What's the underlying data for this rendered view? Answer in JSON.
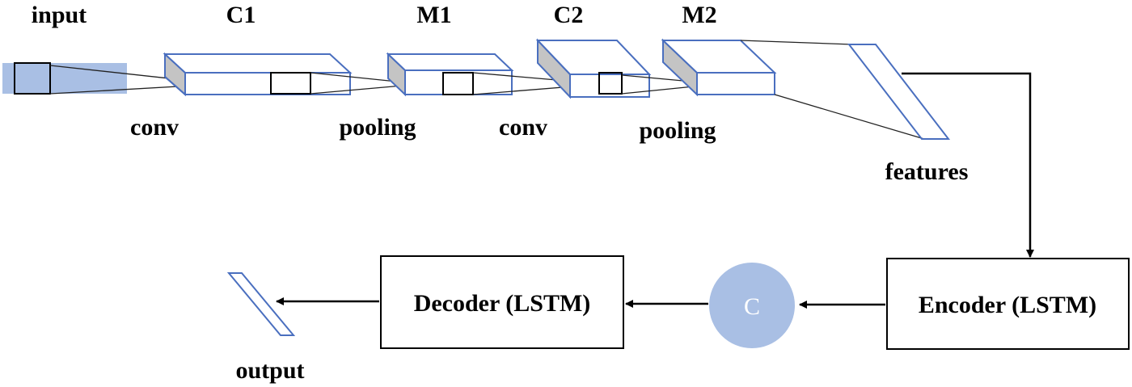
{
  "layers": {
    "input": "input",
    "c1": "C1",
    "m1": "M1",
    "c2": "C2",
    "m2": "M2"
  },
  "operations": {
    "conv1": "conv",
    "pooling1": "pooling",
    "conv2": "conv",
    "pooling2": "pooling"
  },
  "features": "features",
  "encoder": "Encoder (LSTM)",
  "context": "C",
  "decoder": "Decoder (LSTM)",
  "output": "output",
  "colors": {
    "layer_edge": "#4a6fbf",
    "input_fill": "#a9bfe4",
    "context_fill": "#a9bfe4",
    "side_face": "#c4c4c4"
  }
}
